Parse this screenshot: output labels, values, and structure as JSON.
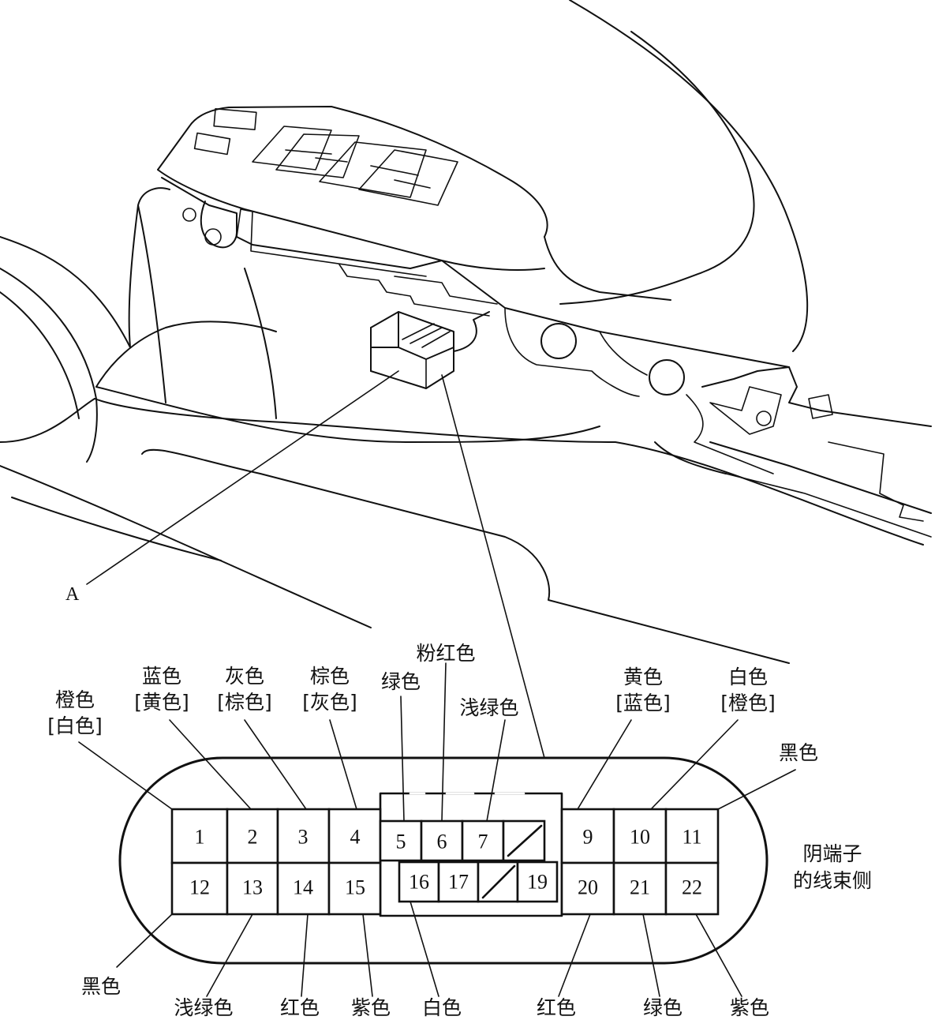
{
  "callout_letter": "A",
  "side_label": {
    "line1": "阴端子",
    "line2": "的线束侧"
  },
  "pins": {
    "p1": "1",
    "p2": "2",
    "p3": "3",
    "p4": "4",
    "p5": "5",
    "p6": "6",
    "p7": "7",
    "p9": "9",
    "p10": "10",
    "p11": "11",
    "p12": "12",
    "p13": "13",
    "p14": "14",
    "p15": "15",
    "p16": "16",
    "p17": "17",
    "p19": "19",
    "p20": "20",
    "p21": "21",
    "p22": "22"
  },
  "wire_colors": {
    "pin1": {
      "main": "橙色",
      "alt": "[白色]"
    },
    "pin2": {
      "main": "蓝色",
      "alt": "[黄色]"
    },
    "pin3": {
      "main": "灰色",
      "alt": "[棕色]"
    },
    "pin4": {
      "main": "棕色",
      "alt": "[灰色]"
    },
    "pin5": {
      "main": "绿色"
    },
    "pin6": {
      "main": "粉红色"
    },
    "pin7": {
      "main": "浅绿色"
    },
    "pin9": {
      "main": "黄色",
      "alt": "[蓝色]"
    },
    "pin10": {
      "main": "白色",
      "alt": "[橙色]"
    },
    "pin11": {
      "main": "黑色"
    },
    "pin12": {
      "main": "黑色"
    },
    "pin13": {
      "main": "浅绿色"
    },
    "pin14": {
      "main": "红色"
    },
    "pin15": {
      "main": "紫色"
    },
    "pin16": {
      "main": "白色"
    },
    "pin20": {
      "main": "红色"
    },
    "pin21": {
      "main": "绿色"
    },
    "pin22": {
      "main": "紫色"
    }
  }
}
